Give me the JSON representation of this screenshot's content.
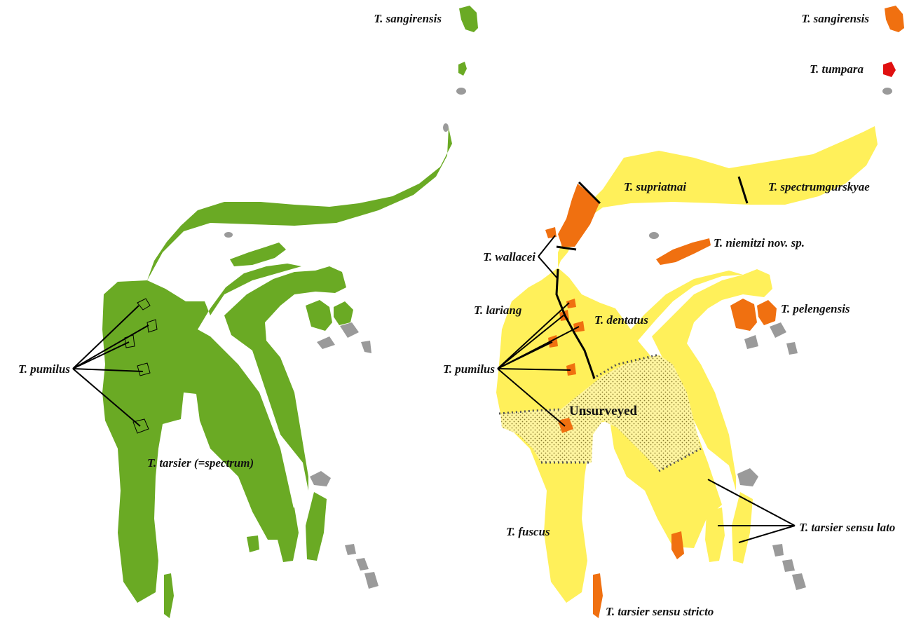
{
  "colors": {
    "green": "#6aaa24",
    "yellow": "#fff05a",
    "orange": "#f07010",
    "red": "#e01010",
    "gray": "#9a9a9a",
    "line": "#000000",
    "unsurveyed_dot": "#555555"
  },
  "left_map": {
    "labels": {
      "sangirensis": "T. sangirensis",
      "pumilus": "T. pumilus",
      "tarsier": "T. tarsier (=spectrum)"
    }
  },
  "right_map": {
    "labels": {
      "sangirensis": "T. sangirensis",
      "tumpara": "T. tumpara",
      "supriatnai": "T. supriatnai",
      "spectrumgurskyae": "T. spectrumgurskyae",
      "wallacei": "T. wallacei",
      "niemitzi": "T. niemitzi nov. sp.",
      "lariang": "T. lariang",
      "dentatus": "T. dentatus",
      "pelengensis": "T. pelengensis",
      "pumilus": "T. pumilus",
      "unsurveyed": "Unsurveyed",
      "fuscus": "T. fuscus",
      "tarsier_lato": "T. tarsier sensu lato",
      "tarsier_stricto": "T. tarsier sensu stricto"
    }
  }
}
